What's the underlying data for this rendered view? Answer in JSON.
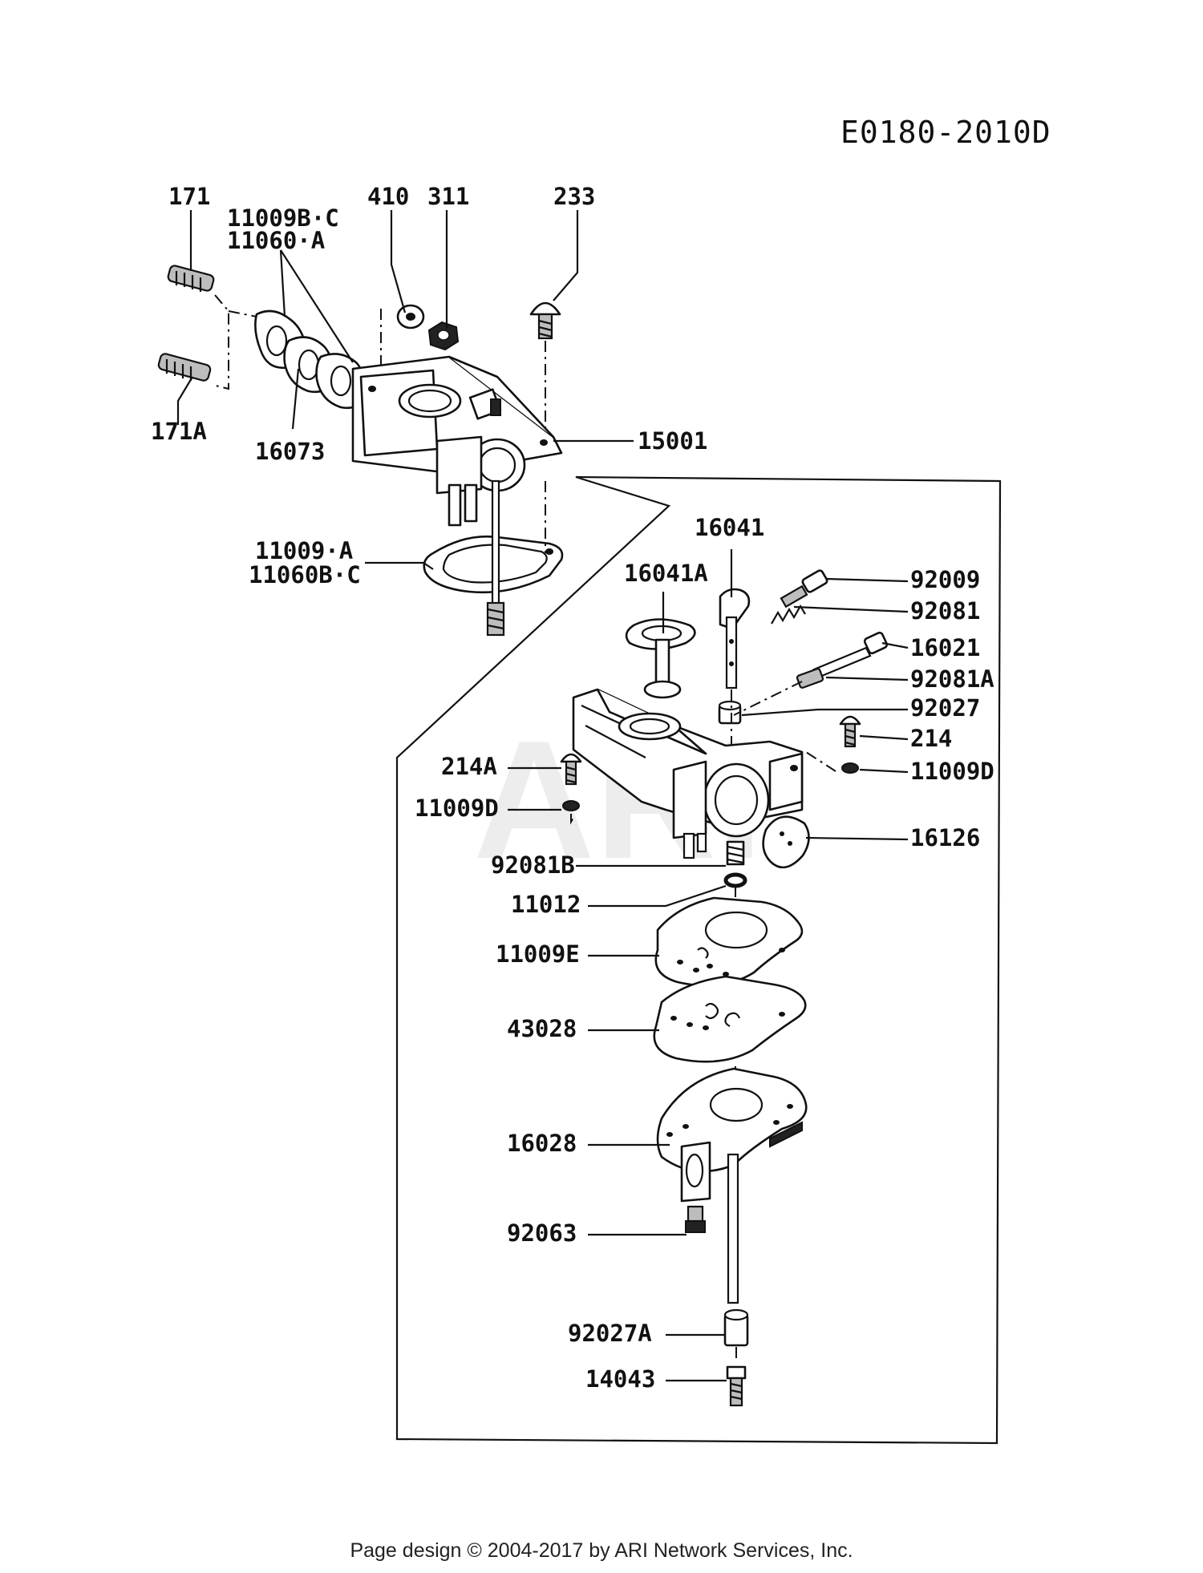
{
  "drawing_code": "E0180-2010D",
  "watermark": "ARI",
  "footer": "Page design © 2004-2017 by ARI Network Services, Inc.",
  "labels": {
    "p171": "171",
    "p171a": "171A",
    "p11009bc": "11009B·C",
    "p11060a": "11060·A",
    "p410": "410",
    "p311": "311",
    "p233": "233",
    "p16073": "16073",
    "p15001": "15001",
    "p11009a": "11009·A",
    "p11060bc": "11060B·C",
    "p16041": "16041",
    "p16041a": "16041A",
    "p92009": "92009",
    "p92081": "92081",
    "p16021": "16021",
    "p92081a": "92081A",
    "p92027": "92027",
    "p214": "214",
    "p214a": "214A",
    "p11009d_right": "11009D",
    "p11009d_left": "11009D",
    "p16126": "16126",
    "p92081b": "92081B",
    "p11012": "11012",
    "p11009e": "11009E",
    "p43028": "43028",
    "p16028": "16028",
    "p92063": "92063",
    "p92027a": "92027A",
    "p14043": "14043"
  }
}
